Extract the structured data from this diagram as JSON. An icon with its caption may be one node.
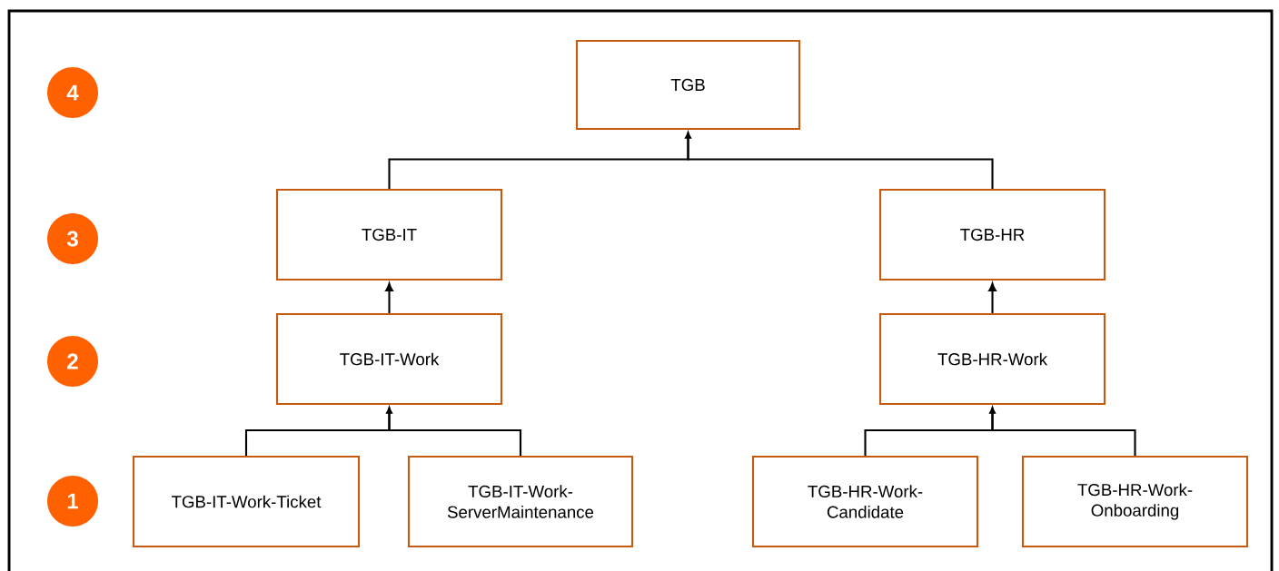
{
  "diagram": {
    "nodes": [
      {
        "text": [
          "4"
        ]
      },
      {
        "text": [
          "TGB"
        ]
      },
      {
        "text": [
          "3"
        ]
      },
      {
        "text": [
          "TGB-IT"
        ]
      },
      {
        "text": [
          "TGB-HR"
        ]
      },
      {
        "text": [
          "2"
        ]
      },
      {
        "text": [
          "TGB-IT-Work"
        ]
      },
      {
        "text": [
          "TGB-HR-Work"
        ]
      },
      {
        "text": [
          "1"
        ]
      },
      {
        "text": [
          "TGB-IT-Work-Ticket"
        ]
      },
      {
        "text": [
          "TGB-IT-Work-ServerMaintenance"
        ]
      },
      {
        "text": [
          "TGB-HR-Work-Candidate"
        ]
      },
      {
        "text": [
          "TGB-HR-Work-Onboarding"
        ]
      }
    ],
    "edges": [
      {
        "from": 3,
        "to": 1,
        "arrow": "to"
      },
      {
        "from": 4,
        "to": 1,
        "arrow": "to"
      },
      {
        "from": 6,
        "to": 3,
        "arrow": "to"
      },
      {
        "from": 7,
        "to": 4,
        "arrow": "to"
      },
      {
        "from": 9,
        "to": 6,
        "arrow": "to"
      },
      {
        "from": 10,
        "to": 6,
        "arrow": "to"
      },
      {
        "from": 11,
        "to": 7,
        "arrow": "to"
      },
      {
        "from": 12,
        "to": 7,
        "arrow": "to"
      }
    ]
  }
}
